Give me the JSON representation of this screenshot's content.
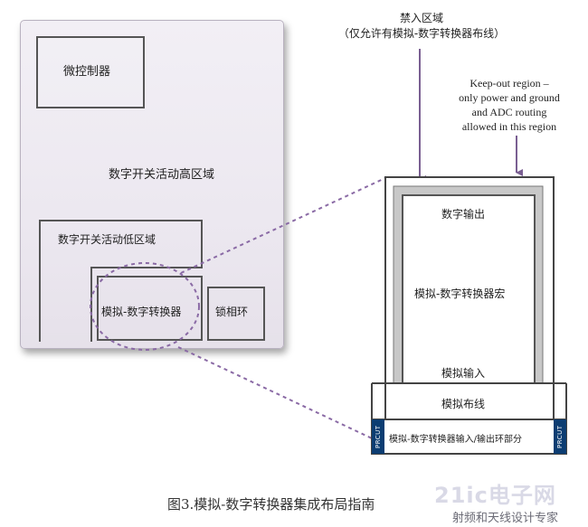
{
  "chip": {
    "microcontroller": "微控制器",
    "high_activity": "数字开关活动高区域",
    "low_activity": "数字开关活动低区域",
    "adc": "模拟-数字转换器",
    "pll": "锁相环"
  },
  "keepout_cn": {
    "line1": "禁入区域",
    "line2": "（仅允许有模拟-数字转换器布线）"
  },
  "keepout_en": {
    "line1": "Keep-out region  –",
    "line2": "only power and ground",
    "line3": "and ADC routing",
    "line4": "allowed in this region"
  },
  "detail": {
    "digital_out": "数字输出",
    "adc_macro": "模拟-数字转换器宏",
    "analog_in": "模拟输入",
    "analog_routing": "模拟布线",
    "io_ring": "模拟-数字转换器输入/输出环部分",
    "prcut_left": "PRCUT",
    "prcut_right": "PRCUT"
  },
  "caption": "图3.模拟-数字转换器集成布局指南",
  "watermark": {
    "line1": "21ic电子网",
    "line2": "射频和天线设计专家"
  },
  "colors": {
    "arrow": "#7a5f92",
    "dashed": "#8a6aa5",
    "prcut": "#0c3d72"
  }
}
